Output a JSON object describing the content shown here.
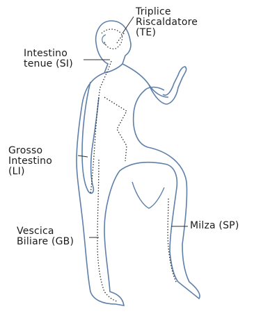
{
  "labels": {
    "triple_heater": [
      "Triplice",
      "Riscaldatore",
      "(TE)"
    ],
    "small_intestine": [
      "Intestino",
      "tenue (SI)"
    ],
    "large_intestine": [
      "Grosso",
      "Intestino",
      "(LI)"
    ],
    "gallbladder": [
      "Vescica",
      "Biliare (GB)"
    ],
    "spleen": [
      "Milza (SP)"
    ]
  },
  "colors": {
    "body_outline": "#5d7fa8",
    "meridian_line": "#2b2b2b",
    "label_text": "#1a1a1a"
  }
}
